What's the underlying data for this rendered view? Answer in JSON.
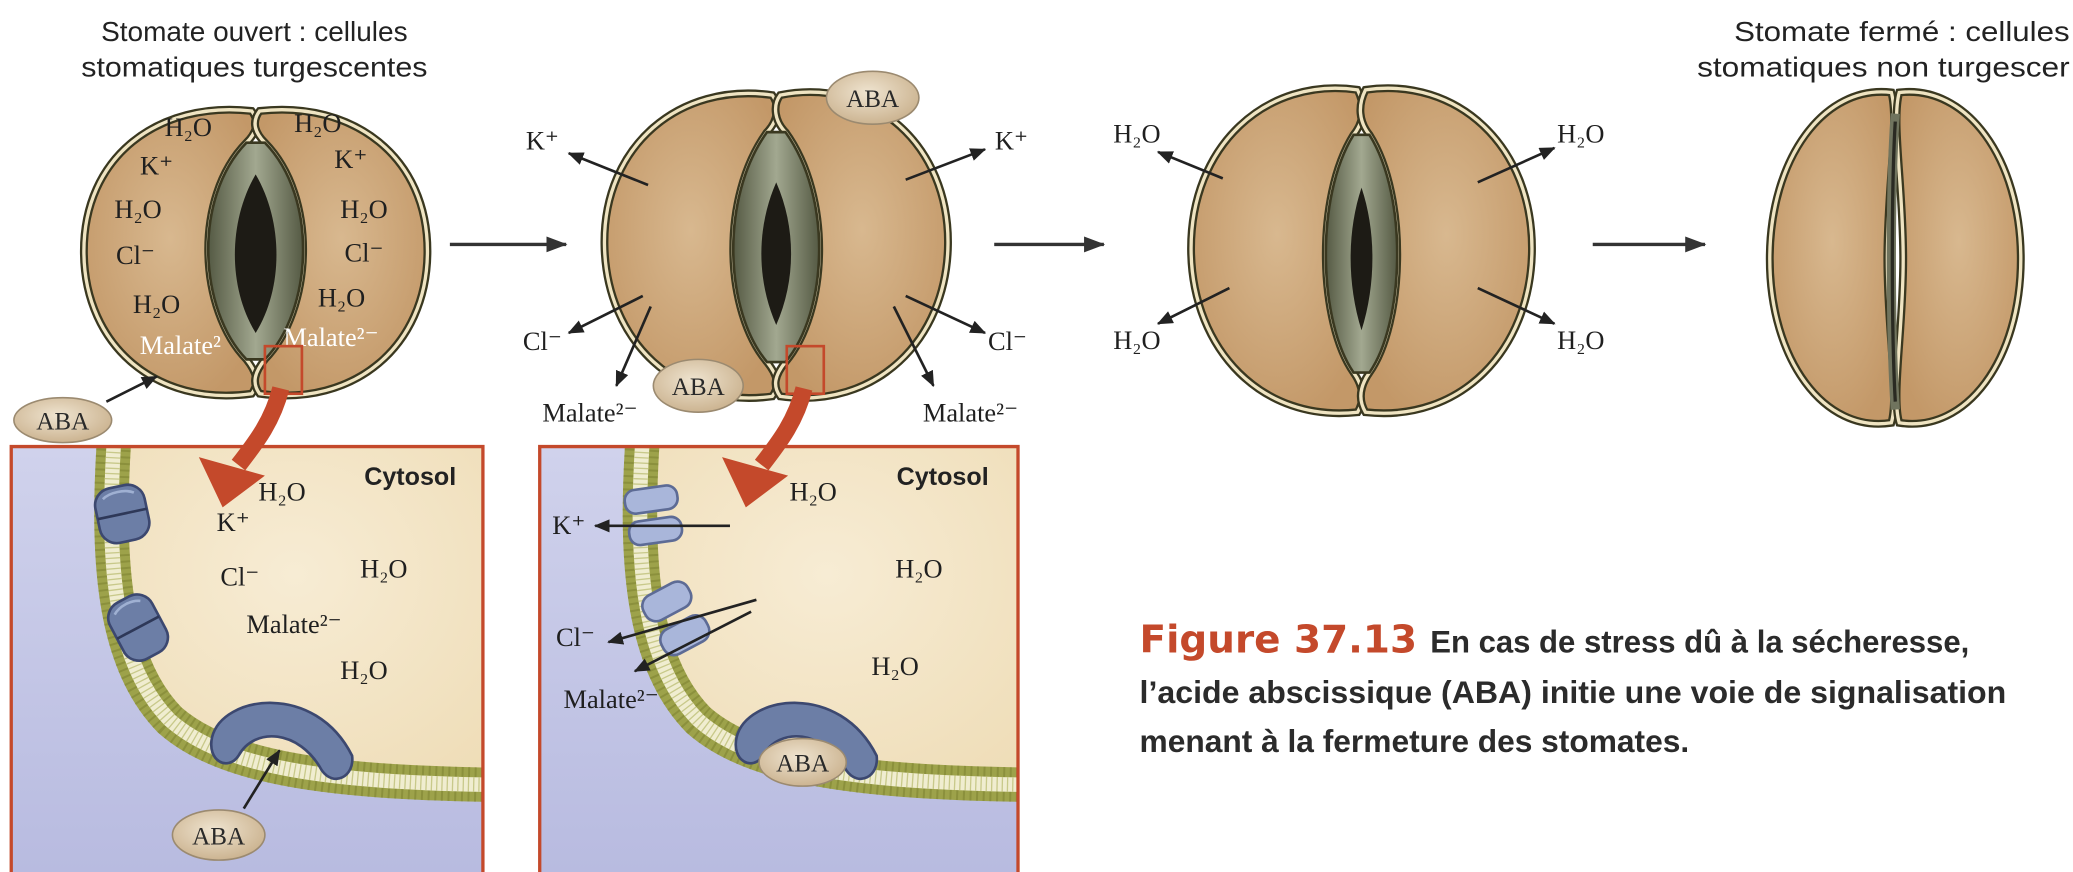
{
  "stages": [
    {
      "title_lines": [
        "Stomate ouvert : cellules",
        "stomatiques turgescentes"
      ],
      "left_cell_labels": [
        "H₂O",
        "K⁺",
        "H₂O",
        "Cl⁻",
        "H₂O",
        "Malate²"
      ],
      "right_cell_labels": [
        "H₂O",
        "K⁺",
        "H₂O",
        "Cl⁻",
        "H₂O",
        "Malate²⁻"
      ],
      "aba": "ABA"
    },
    {
      "efflux_labels": [
        "K⁺",
        "K⁺",
        "Cl⁻",
        "Malate²⁻",
        "Cl⁻",
        "Malate²⁻"
      ],
      "aba_top": "ABA",
      "aba_bottom": "ABA"
    },
    {
      "efflux_labels": [
        "H₂O",
        "H₂O",
        "H₂O",
        "H₂O"
      ]
    },
    {
      "title_lines": [
        "Stomate fermé : cellules",
        "stomatiques non turgescer"
      ]
    }
  ],
  "panels": [
    {
      "title": "Cytosol",
      "labels": [
        "H₂O",
        "K⁺",
        "Cl⁻",
        "H₂O",
        "Malate²⁻",
        "H₂O"
      ],
      "aba": "ABA"
    },
    {
      "title": "Cytosol",
      "labels": [
        "H₂O",
        "K⁺",
        "H₂O",
        "Cl⁻",
        "Malate²⁻",
        "H₂O"
      ],
      "aba": "ABA"
    }
  ],
  "caption": {
    "figure_number": "Figure 37.13",
    "lines": [
      "En cas de stress dû à la sécheresse,",
      "l’acide abscissique (ABA) initie une voie de signalisation",
      "menant à la fermeture des stomates."
    ]
  },
  "colors": {
    "accent": "#c4492b",
    "guard_cell": "#cda57a",
    "cytosol": "#f2e3c2",
    "extracellular": "#c6c8e5",
    "channel_closed": "#6c7ea6",
    "channel_open": "#a9b6da",
    "aba_molecule": "#d9c4a6",
    "text": "#2b2b2b"
  }
}
